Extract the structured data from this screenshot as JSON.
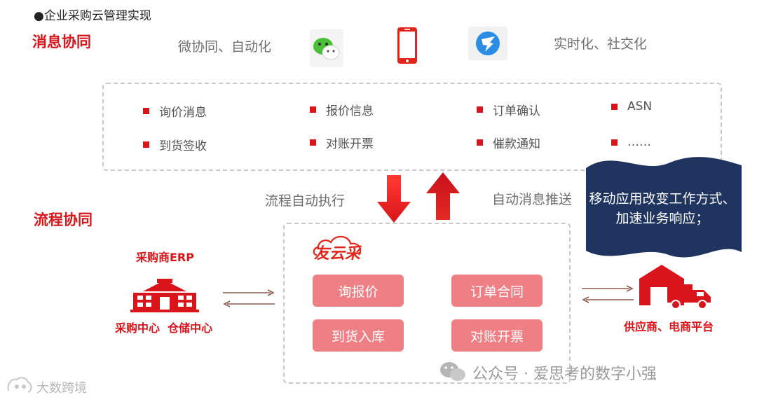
{
  "page": {
    "title": "●企业采购云管理实现"
  },
  "messaging": {
    "section_title": "消息协同",
    "left_caption": "微协同、自动化",
    "right_caption": "实时化、社交化",
    "icons": [
      "wechat-icon",
      "mobile-phone-icon",
      "dingtalk-icon"
    ],
    "items": [
      "询价消息",
      "报价信息",
      "订单确认",
      "ASN",
      "到货签收",
      "对账开票",
      "催款通知",
      "……"
    ]
  },
  "arrows": {
    "down_label": "流程自动执行",
    "up_label": "自动消息推送"
  },
  "banner": {
    "text": "移动应用改变工作方式、加速业务响应；"
  },
  "process": {
    "section_title": "流程协同",
    "brand": "友云采",
    "buttons": [
      "询报价",
      "订单合同",
      "到货入库",
      "对账开票"
    ]
  },
  "buyer": {
    "title": "采购商ERP",
    "subtitle": "采购中心  仓储中心"
  },
  "supplier": {
    "subtitle": "供应商、电商平台"
  },
  "watermarks": {
    "right": "公众号 · 爱思考的数字小强",
    "left": "大数跨境"
  },
  "colors": {
    "accent_red": "#d9141b",
    "pill_pink": "#ee7f84",
    "banner_navy": "#1f3560",
    "dashed_border": "#c9c9c9"
  }
}
